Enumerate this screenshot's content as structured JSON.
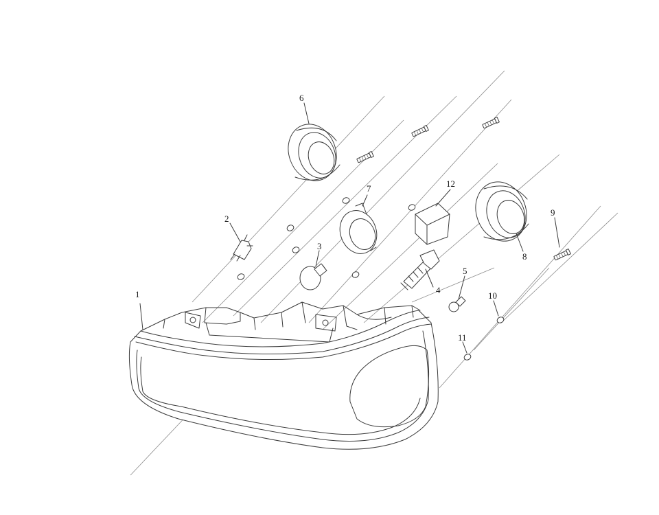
{
  "diagram": {
    "callouts": [
      {
        "id": "1",
        "text": "1"
      },
      {
        "id": "2",
        "text": "2"
      },
      {
        "id": "3",
        "text": "3"
      },
      {
        "id": "4",
        "text": "4"
      },
      {
        "id": "5",
        "text": "5"
      },
      {
        "id": "6",
        "text": "6"
      },
      {
        "id": "7",
        "text": "7"
      },
      {
        "id": "8",
        "text": "8"
      },
      {
        "id": "9",
        "text": "9"
      },
      {
        "id": "10",
        "text": "10"
      },
      {
        "id": "11",
        "text": "11"
      },
      {
        "id": "12",
        "text": "12"
      }
    ],
    "colors": {
      "background": "#ffffff",
      "line": "#3a3a3a",
      "leader": "#8a8a8a"
    }
  }
}
